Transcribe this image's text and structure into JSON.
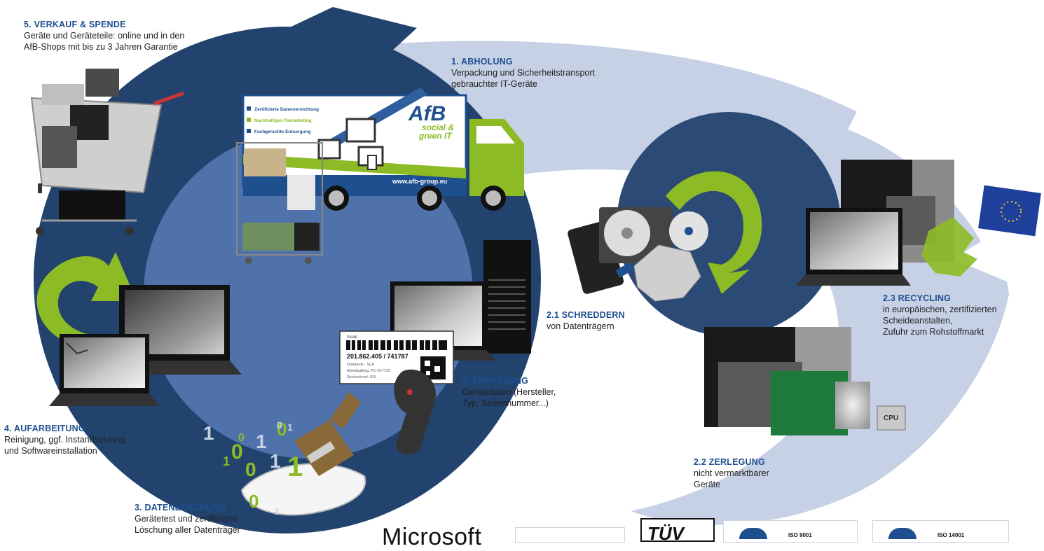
{
  "steps": [
    {
      "id": "abholung",
      "title": "1. ABHOLUNG",
      "lines": [
        "Verpackung und Sicherheitstransport",
        "gebrauchter IT-Geräte"
      ]
    },
    {
      "id": "erfassung",
      "title": "2. ERFASSUNG",
      "lines": [
        "Gerätedaten (Hersteller,",
        "Typ, Seriennummer...)"
      ]
    },
    {
      "id": "schreddern",
      "title": "2.1 SCHREDDERN",
      "lines": [
        "von Datenträgern"
      ]
    },
    {
      "id": "zerlegung",
      "title": "2.2 ZERLEGUNG",
      "lines": [
        "nicht vermarktbarer",
        "Geräte"
      ]
    },
    {
      "id": "recycling",
      "title": "2.3 RECYCLING",
      "lines": [
        "in europäischen, zertifizierten",
        "Scheideanstalten,",
        "Zufuhr zum Rohstoffmarkt"
      ]
    },
    {
      "id": "datenloeschung",
      "title": "3. DATENLÖSCHUNG",
      "lines": [
        "Gerätetest und zertifizierte",
        "Löschung aller Datenträger"
      ]
    },
    {
      "id": "aufarbeitung",
      "title": "4. AUFARBEITUNG",
      "lines": [
        "Reinigung, ggf. Instandsetzung",
        "und Softwareinstallation"
      ]
    },
    {
      "id": "verkauf",
      "title": "5. VERKAUF & SPENDE",
      "lines": [
        "Geräte und Geräteteile: online und in den",
        "AfB-Shops mit bis zu 3 Jahren Garantie"
      ]
    }
  ],
  "truck": {
    "brand": "AfB",
    "brand_sub1": "social &",
    "brand_sub2": "green IT",
    "services": [
      "Zertifizierte Datenvernichtung",
      "Nachhaltiges Remarketing",
      "Fachgerechte Entsorgung"
    ],
    "url": "www.afb-group.eu"
  },
  "barcode_label": {
    "top": "Asset",
    "number": "201.862.405 / 741787",
    "rows": [
      "Notebook - SLA",
      "Abholauftrag: PC-017723",
      "Servicelevel: SSI"
    ]
  },
  "cpu_label": "CPU",
  "binary_digits": [
    "1",
    "0",
    "1",
    "0",
    "0",
    "1",
    "1",
    "0",
    "1",
    "0",
    "1",
    "0",
    "1"
  ],
  "footer": {
    "microsoft": "Microsoft",
    "tuv": "TÜV",
    "iso1": "ISO 9001",
    "iso2": "ISO 14001"
  },
  "colors": {
    "dark_blue": "#22436e",
    "mid_blue": "#4e72a9",
    "light_blue": "#c7d1e6",
    "green": "#8cbb25",
    "heading_blue": "#1e4f8f"
  }
}
